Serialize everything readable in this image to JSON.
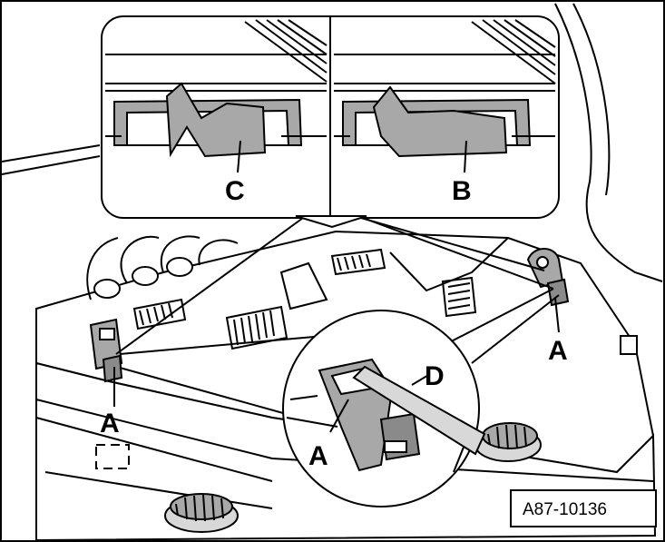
{
  "figure": {
    "reference": "A87-10136",
    "callouts": {
      "c": "C",
      "b": "B",
      "d": "D",
      "a_left": "A",
      "a_right": "A",
      "a_circle": "A"
    },
    "colors": {
      "line": "#000000",
      "background": "#ffffff",
      "light_gray": "#d8d8d8",
      "mid_gray": "#a8a8a8",
      "dark_gray": "#8a8a8a"
    }
  }
}
